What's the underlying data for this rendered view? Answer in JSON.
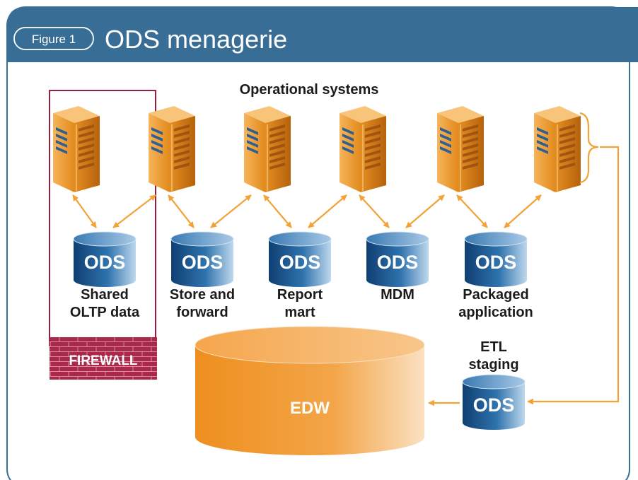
{
  "header": {
    "figure_label": "Figure 1",
    "title": "ODS menagerie"
  },
  "diagram": {
    "top_label": "Operational systems",
    "ods_label": "ODS",
    "firewall_label": "FIREWALL",
    "edw_label": "EDW",
    "ods_captions": [
      [
        "Shared",
        "OLTP data"
      ],
      [
        "Store and",
        "forward"
      ],
      [
        "Report",
        "mart"
      ],
      [
        "MDM"
      ],
      [
        "Packaged",
        "application"
      ]
    ],
    "staging_caption": [
      "ETL",
      "staging"
    ]
  },
  "colors": {
    "header_bg": "#386e96",
    "border": "#3a6f95",
    "arrow": "#f2a236",
    "firewall_line": "#9b1f3c",
    "brick": "#a8294a",
    "ods_blue": "#1e5d95",
    "edw_orange": "#ef9524"
  }
}
